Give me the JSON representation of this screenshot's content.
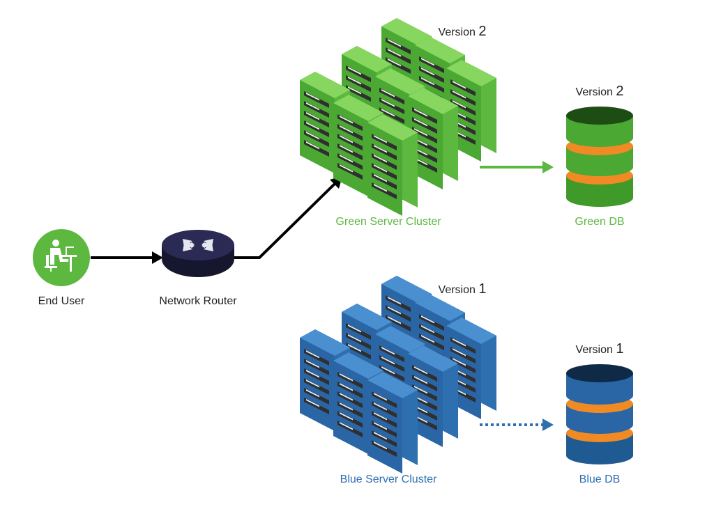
{
  "colors": {
    "green": "#5cb83f",
    "blue": "#2e6fb0",
    "black": "#000000",
    "orange": "#f08a24"
  },
  "nodes": {
    "end_user": {
      "label": "End User",
      "icon": "user-at-desk-icon"
    },
    "router": {
      "label": "Network Router",
      "icon": "router-icon"
    },
    "green_cluster": {
      "label": "Green Server Cluster",
      "version_word": "Version",
      "version_num": "2",
      "icon": "server-rack-icon"
    },
    "green_db": {
      "label": "Green DB",
      "version_word": "Version",
      "version_num": "2",
      "icon": "database-icon"
    },
    "blue_cluster": {
      "label": "Blue Server Cluster",
      "version_word": "Version",
      "version_num": "1",
      "icon": "server-rack-icon"
    },
    "blue_db": {
      "label": "Blue DB",
      "version_word": "Version",
      "version_num": "1",
      "icon": "database-icon"
    }
  },
  "edges": [
    {
      "from": "end_user",
      "to": "router",
      "style": "solid"
    },
    {
      "from": "router",
      "to": "green_cluster",
      "style": "solid"
    },
    {
      "from": "green_cluster",
      "to": "green_db",
      "style": "solid"
    },
    {
      "from": "blue_cluster",
      "to": "blue_db",
      "style": "dotted"
    }
  ]
}
